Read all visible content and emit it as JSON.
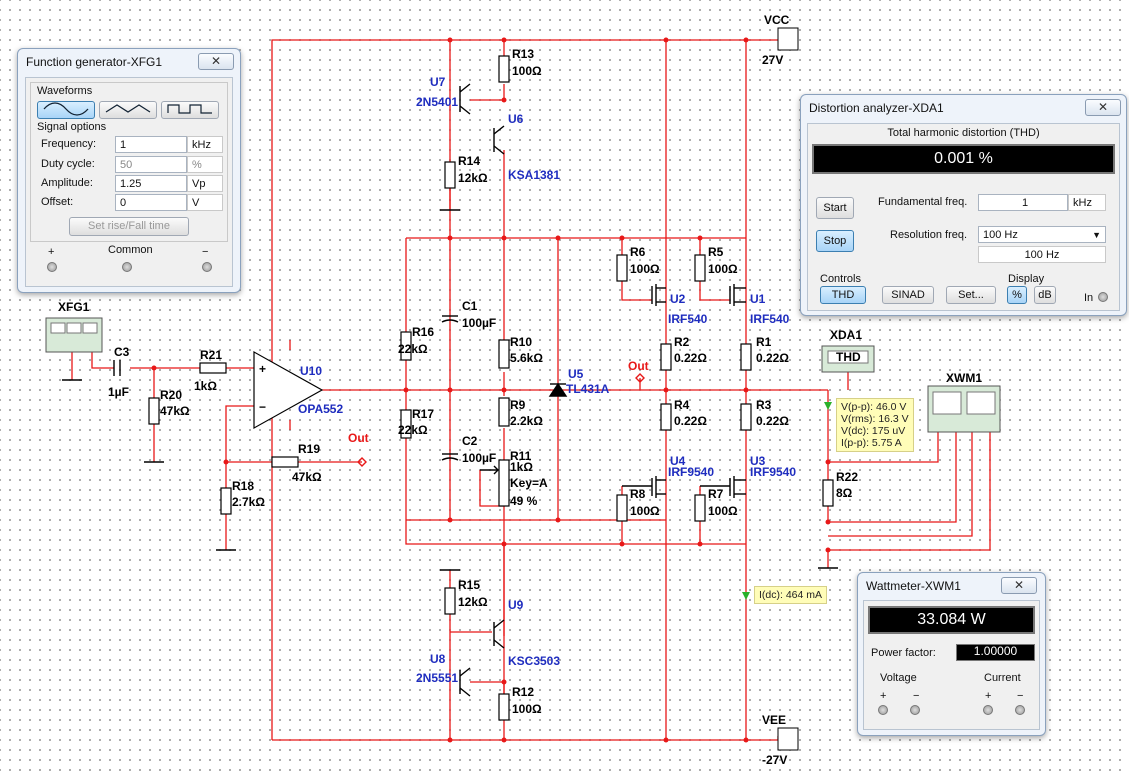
{
  "schematic": {
    "supplies": {
      "vcc_label": "VCC",
      "vcc_value": "27V",
      "vee_label": "VEE",
      "vee_value": "-27V"
    },
    "parts": {
      "xfg1": "XFG1",
      "xda1": "XDA1",
      "xwm1": "XWM1",
      "c3_ref": "C3",
      "c3_val": "1µF",
      "r21_ref": "R21",
      "r21_val": "1kΩ",
      "r20_ref": "R20",
      "r20_val": "47kΩ",
      "r19_ref": "R19",
      "r19_val": "47kΩ",
      "r18_ref": "R18",
      "r18_val": "2.7kΩ",
      "u10_ref": "U10",
      "u10_val": "OPA552",
      "r16_ref": "R16",
      "r16_val": "22kΩ",
      "r17_ref": "R17",
      "r17_val": "22kΩ",
      "c1_ref": "C1",
      "c1_val": "100µF",
      "c2_ref": "C2",
      "c2_val": "100µF",
      "r10_ref": "R10",
      "r10_val": "5.6kΩ",
      "r9_ref": "R9",
      "r9_val": "2.2kΩ",
      "r11_ref": "R11",
      "r11_val": "1kΩ",
      "r11_key": "Key=A",
      "r11_pct": "49 %",
      "u5_ref": "U5",
      "u5_val": "TL431A",
      "u7_ref": "U7",
      "u7_val": "2N5401",
      "u6_ref": "U6",
      "u6_val": "KSA1381",
      "r13_ref": "R13",
      "r13_val": "100Ω",
      "r14_ref": "R14",
      "r14_val": "12kΩ",
      "u8_ref": "U8",
      "u8_val": "2N5551",
      "u9_ref": "U9",
      "u9_val": "KSC3503",
      "r15_ref": "R15",
      "r15_val": "12kΩ",
      "r12_ref": "R12",
      "r12_val": "100Ω",
      "r6_ref": "R6",
      "r6_val": "100Ω",
      "r5_ref": "R5",
      "r5_val": "100Ω",
      "u2_ref": "U2",
      "u2_val": "IRF540",
      "u1_ref": "U1",
      "u1_val": "IRF540",
      "r2_ref": "R2",
      "r2_val": "0.22Ω",
      "r1_ref": "R1",
      "r1_val": "0.22Ω",
      "r4_ref": "R4",
      "r4_val": "0.22Ω",
      "r3_ref": "R3",
      "r3_val": "0.22Ω",
      "u4_ref": "U4",
      "u4_val": "IRF9540",
      "u3_ref": "U3",
      "u3_val": "IRF9540",
      "r8_ref": "R8",
      "r8_val": "100Ω",
      "r7_ref": "R7",
      "r7_val": "100Ω",
      "r22_ref": "R22",
      "r22_val": "8Ω",
      "out_label": "Out",
      "thd_icon": "THD"
    },
    "probe_vout": [
      "V(p-p): 46.0 V",
      "V(rms): 16.3 V",
      "V(dc): 175 uV",
      "I(p-p): 5.75 A"
    ],
    "probe_idc": "I(dc): 464 mA"
  },
  "function_generator": {
    "title": "Function generator-XFG1",
    "close_glyph": "✕",
    "waveforms_label": "Waveforms",
    "signal_options_label": "Signal options",
    "rows": [
      {
        "label": "Frequency:",
        "value": "1",
        "unit": "kHz",
        "disabled": false
      },
      {
        "label": "Duty cycle:",
        "value": "50",
        "unit": "%",
        "disabled": true
      },
      {
        "label": "Amplitude:",
        "value": "1.25",
        "unit": "Vp",
        "disabled": false
      },
      {
        "label": "Offset:",
        "value": "0",
        "unit": "V",
        "disabled": false
      }
    ],
    "rise_fall_button": "Set rise/Fall time",
    "plus": "+",
    "common": "Common",
    "minus": "−"
  },
  "distortion_analyzer": {
    "title": "Distortion analyzer-XDA1",
    "close_glyph": "✕",
    "thd_heading": "Total harmonic distortion (THD)",
    "thd_display": "0.001 %",
    "start_button": "Start",
    "stop_button": "Stop",
    "fund_label": "Fundamental freq.",
    "fund_value": "1",
    "fund_unit": "kHz",
    "res_label": "Resolution freq.",
    "res_selected": "100 Hz",
    "res_readout": "100 Hz",
    "controls_label": "Controls",
    "thd_button": "THD",
    "sinad_button": "SINAD",
    "set_button": "Set...",
    "display_label": "Display",
    "pct_button": "%",
    "db_button": "dB",
    "in_label": "In"
  },
  "wattmeter": {
    "title": "Wattmeter-XWM1",
    "close_glyph": "✕",
    "power_display": "33.084 W",
    "pf_label": "Power factor:",
    "pf_value": "1.00000",
    "voltage_label": "Voltage",
    "current_label": "Current",
    "plus": "+",
    "minus": "−"
  }
}
